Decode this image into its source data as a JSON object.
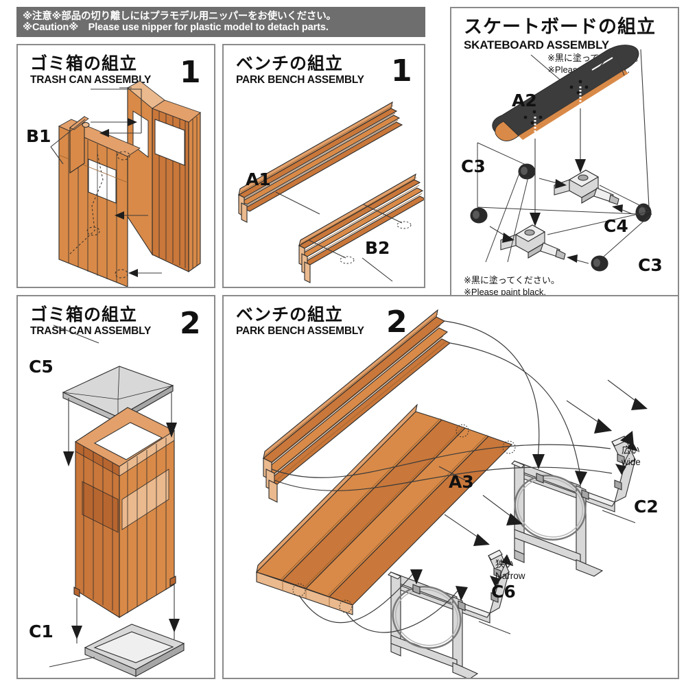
{
  "caution": {
    "jp": "※注意※部品の切り離しにはプラモデル用ニッパーをお使いください。",
    "en": "※Caution※　Please use nipper for plastic model to detach parts."
  },
  "panels": {
    "trash_can_1": {
      "title_jp": "ゴミ箱の組立",
      "title_en": "TRASH CAN ASSEMBLY",
      "step": "1",
      "labels": {
        "b1": "B1"
      }
    },
    "park_bench_1": {
      "title_jp": "ベンチの組立",
      "title_en": "PARK BENCH ASSEMBLY",
      "step": "1",
      "labels": {
        "a1": "A1",
        "b2": "B2"
      }
    },
    "skateboard": {
      "title_jp": "スケートボードの組立",
      "title_en": "SKATEBOARD ASSEMBLY",
      "note_top_jp": "※黒に塗ってください。",
      "note_top_en": "※Please paint black.",
      "note_bottom_jp": "※黒に塗ってください。",
      "note_bottom_en": "※Please paint black.",
      "labels": {
        "a2": "A2",
        "c3_left": "C3",
        "c3_right": "C3",
        "c4": "C4"
      }
    },
    "trash_can_2": {
      "title_jp": "ゴミ箱の組立",
      "title_en": "TRASH CAN ASSEMBLY",
      "step": "2",
      "labels": {
        "c5": "C5",
        "c1": "C1"
      }
    },
    "park_bench_2": {
      "title_jp": "ベンチの組立",
      "title_en": "PARK BENCH ASSEMBLY",
      "step": "2",
      "labels": {
        "a3": "A3",
        "c2": "C2",
        "c6": "C6"
      },
      "dimensions": {
        "wide_jp": "広い",
        "wide_en": "wide",
        "narrow_jp": "狭い",
        "narrow_en": "Narrow"
      }
    }
  },
  "colors": {
    "caution_bar_bg": "#6e6e6e",
    "caution_text": "#ffffff",
    "panel_border": "#8a8a8a",
    "wood_main": "#d98a48",
    "wood_shadow": "#c9773a",
    "wood_light": "#e3a06a",
    "metal_light": "#d8d8d8",
    "metal_dark": "#a6a6a6",
    "black_part": "#3c3c3c",
    "text": "#111111"
  }
}
